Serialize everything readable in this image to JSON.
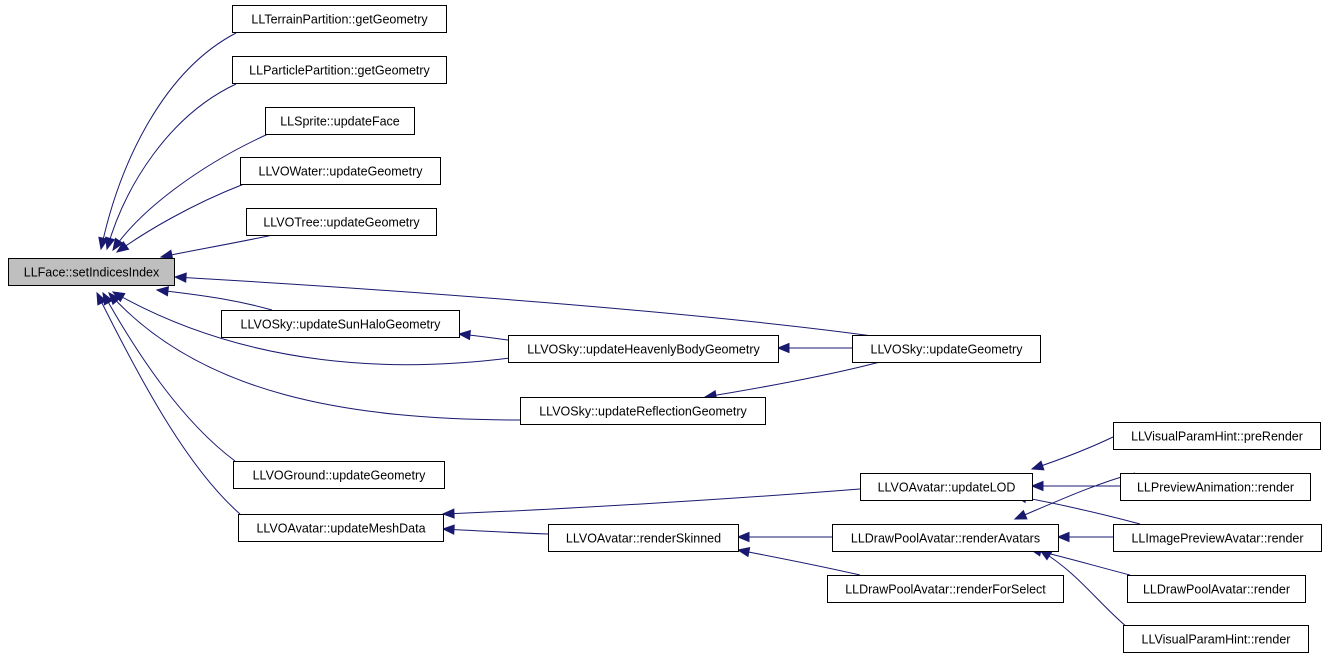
{
  "graph": {
    "root": "LLFace::setIndicesIndex",
    "edge_color": "#191970",
    "root_fill": "#bfbfbf",
    "nodes": [
      {
        "id": "root",
        "label": "LLFace::setIndicesIndex"
      },
      {
        "id": "terrain",
        "label": "LLTerrainPartition::getGeometry"
      },
      {
        "id": "particle",
        "label": "LLParticlePartition::getGeometry"
      },
      {
        "id": "sprite",
        "label": "LLSprite::updateFace"
      },
      {
        "id": "water",
        "label": "LLVOWater::updateGeometry"
      },
      {
        "id": "tree",
        "label": "LLVOTree::updateGeometry"
      },
      {
        "id": "sunhalo",
        "label": "LLVOSky::updateSunHaloGeometry"
      },
      {
        "id": "heavenly",
        "label": "LLVOSky::updateHeavenlyBodyGeometry"
      },
      {
        "id": "skygeom",
        "label": "LLVOSky::updateGeometry"
      },
      {
        "id": "reflection",
        "label": "LLVOSky::updateReflectionGeometry"
      },
      {
        "id": "ground",
        "label": "LLVOGround::updateGeometry"
      },
      {
        "id": "meshdata",
        "label": "LLVOAvatar::updateMeshData"
      },
      {
        "id": "renderskinned",
        "label": "LLVOAvatar::renderSkinned"
      },
      {
        "id": "updatelod",
        "label": "LLVOAvatar::updateLOD"
      },
      {
        "id": "renderavatars",
        "label": "LLDrawPoolAvatar::renderAvatars"
      },
      {
        "id": "renderforselect",
        "label": "LLDrawPoolAvatar::renderForSelect"
      },
      {
        "id": "prerender",
        "label": "LLVisualParamHint::preRender"
      },
      {
        "id": "previewanim",
        "label": "LLPreviewAnimation::render"
      },
      {
        "id": "imagepreview",
        "label": "LLImagePreviewAvatar::render"
      },
      {
        "id": "drawpoolrender",
        "label": "LLDrawPoolAvatar::render"
      },
      {
        "id": "vphrender",
        "label": "LLVisualParamHint::render"
      }
    ],
    "edges": [
      {
        "from": "terrain",
        "to": "root"
      },
      {
        "from": "particle",
        "to": "root"
      },
      {
        "from": "sprite",
        "to": "root"
      },
      {
        "from": "water",
        "to": "root"
      },
      {
        "from": "tree",
        "to": "root"
      },
      {
        "from": "skygeom",
        "to": "root"
      },
      {
        "from": "sunhalo",
        "to": "root"
      },
      {
        "from": "heavenly",
        "to": "root"
      },
      {
        "from": "reflection",
        "to": "root"
      },
      {
        "from": "ground",
        "to": "root"
      },
      {
        "from": "meshdata",
        "to": "root"
      },
      {
        "from": "heavenly",
        "to": "sunhalo"
      },
      {
        "from": "skygeom",
        "to": "heavenly"
      },
      {
        "from": "skygeom",
        "to": "reflection"
      },
      {
        "from": "updatelod",
        "to": "meshdata"
      },
      {
        "from": "renderskinned",
        "to": "meshdata"
      },
      {
        "from": "renderavatars",
        "to": "renderskinned"
      },
      {
        "from": "renderforselect",
        "to": "renderskinned"
      },
      {
        "from": "prerender",
        "to": "updatelod"
      },
      {
        "from": "previewanim",
        "to": "updatelod"
      },
      {
        "from": "imagepreview",
        "to": "updatelod"
      },
      {
        "from": "previewanim",
        "to": "renderavatars"
      },
      {
        "from": "imagepreview",
        "to": "renderavatars"
      },
      {
        "from": "drawpoolrender",
        "to": "renderavatars"
      },
      {
        "from": "vphrender",
        "to": "renderavatars"
      }
    ]
  }
}
